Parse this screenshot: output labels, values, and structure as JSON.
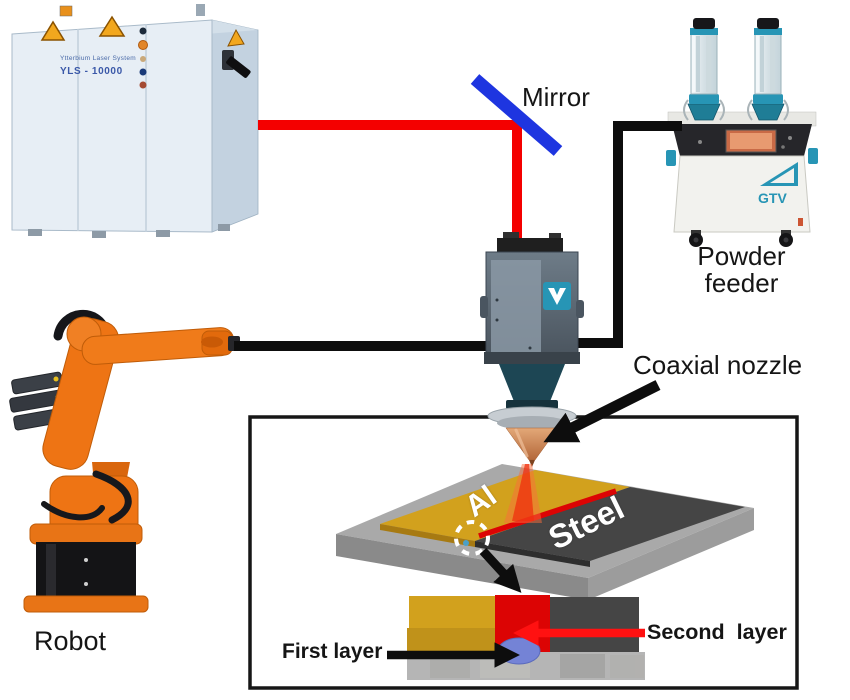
{
  "labels": {
    "mirror": "Mirror",
    "coaxial_nozzle": "Coaxial nozzle",
    "robot": "Robot",
    "powder_line1": "Powder",
    "powder_line2": "feeder",
    "first_layer": "First layer",
    "second_layer": "Second layer",
    "al": "Al",
    "steel": "Steel"
  },
  "laser_system": {
    "brand": "Ytterbium Laser System",
    "model": "YLS - 10000"
  },
  "powder_feeder": {
    "logo": "GTV"
  },
  "colors": {
    "beam_red": "#f40000",
    "weld_red": "#dc0404",
    "fiber_black": "#0d0d0d",
    "mirror_blue": "#1e35e0",
    "al_gold": "#d2a11d",
    "al_gold_dark": "#c0921a",
    "steel_dark": "#454545",
    "platform_gray": "#a9a9a9",
    "base_gray": "#b5b5b5",
    "robot_orange": "#ee7414",
    "feeder_teal": "#2795b5",
    "bead_blue": "#7483d6",
    "cabinet_blue": "#e7eef5"
  }
}
